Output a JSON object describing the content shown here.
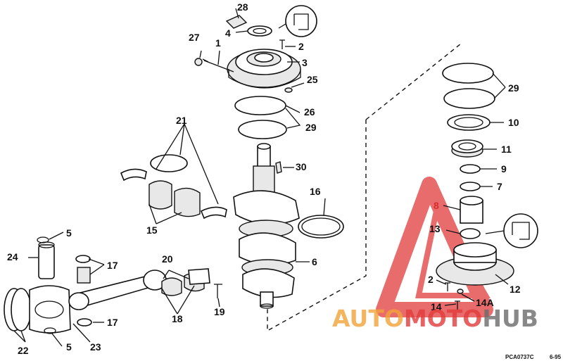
{
  "labels": {
    "l1": "1",
    "l2a": "2",
    "l2b": "2",
    "l3": "3",
    "l4": "4",
    "l5a": "5",
    "l5b": "5",
    "l6": "6",
    "l7": "7",
    "l8": "8",
    "l9": "9",
    "l10": "10",
    "l11": "11",
    "l12": "12",
    "l13": "13",
    "l14": "14",
    "l14a": "14A",
    "l15": "15",
    "l16": "16",
    "l17a": "17",
    "l17b": "17",
    "l18": "18",
    "l19": "19",
    "l20": "20",
    "l21": "21",
    "l22": "22",
    "l23": "23",
    "l24": "24",
    "l25": "25",
    "l26": "26",
    "l27": "27",
    "l28": "28",
    "l29a": "29",
    "l29b": "29",
    "l30": "30"
  },
  "footer": {
    "code": "PCA0737C",
    "date": "6-95"
  },
  "watermark": {
    "part1": "AUTO",
    "part2": "MOTO",
    "part3": "HUB"
  },
  "colors": {
    "watermark_red": "#e23b3b",
    "watermark_orange": "#f2a33a",
    "watermark_gray": "#6b6b6b",
    "ink": "#111111"
  }
}
